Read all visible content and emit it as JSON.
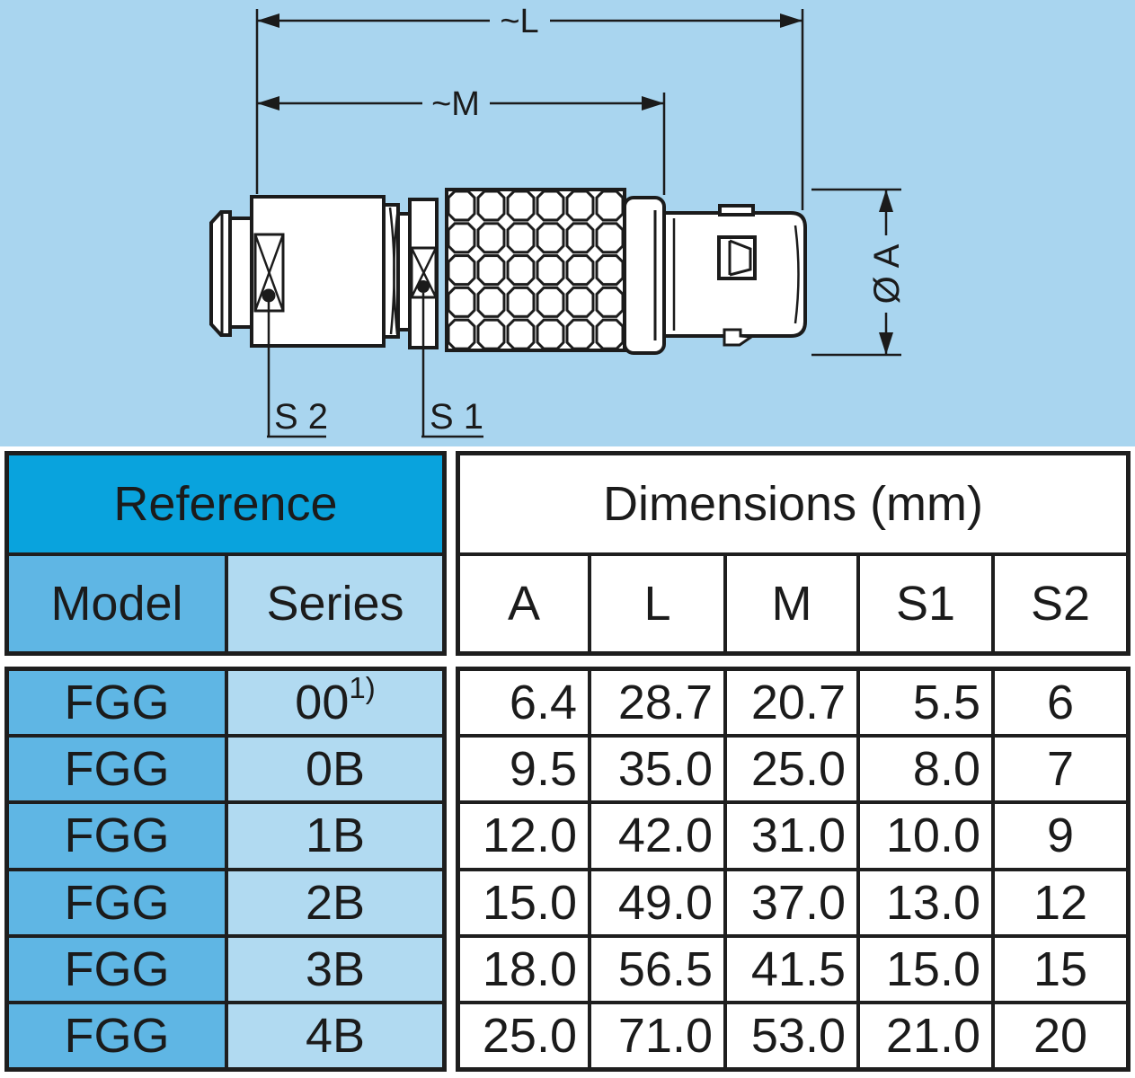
{
  "drawing": {
    "background_color": "#A9D5EF",
    "line_color": "#1b1b1b",
    "labels": {
      "overall_length": "~L",
      "mid_length": "~M",
      "diameter": "Ø A",
      "wrench_flat_1": "S 1",
      "wrench_flat_2": "S 2"
    }
  },
  "table": {
    "colors": {
      "reference_header_bg": "#09A3DD",
      "model_column_bg": "#5FB6E4",
      "series_column_bg": "#B1DAF1",
      "dimensions_bg": "#FFFFFF",
      "border": "#1E1E1E"
    },
    "reference": {
      "title": "Reference",
      "columns": {
        "model": "Model",
        "series": "Series"
      }
    },
    "dimensions": {
      "title": "Dimensions (mm)",
      "columns": [
        "A",
        "L",
        "M",
        "S1",
        "S2"
      ]
    },
    "rows": [
      {
        "model": "FGG",
        "series": "00",
        "series_note": "1)",
        "a": "6.4",
        "l": "28.7",
        "m": "20.7",
        "s1": "5.5",
        "s2": "6"
      },
      {
        "model": "FGG",
        "series": "0B",
        "a": "9.5",
        "l": "35.0",
        "m": "25.0",
        "s1": "8.0",
        "s2": "7"
      },
      {
        "model": "FGG",
        "series": "1B",
        "a": "12.0",
        "l": "42.0",
        "m": "31.0",
        "s1": "10.0",
        "s2": "9"
      },
      {
        "model": "FGG",
        "series": "2B",
        "a": "15.0",
        "l": "49.0",
        "m": "37.0",
        "s1": "13.0",
        "s2": "12"
      },
      {
        "model": "FGG",
        "series": "3B",
        "a": "18.0",
        "l": "56.5",
        "m": "41.5",
        "s1": "15.0",
        "s2": "15"
      },
      {
        "model": "FGG",
        "series": "4B",
        "a": "25.0",
        "l": "71.0",
        "m": "53.0",
        "s1": "21.0",
        "s2": "20"
      }
    ]
  }
}
